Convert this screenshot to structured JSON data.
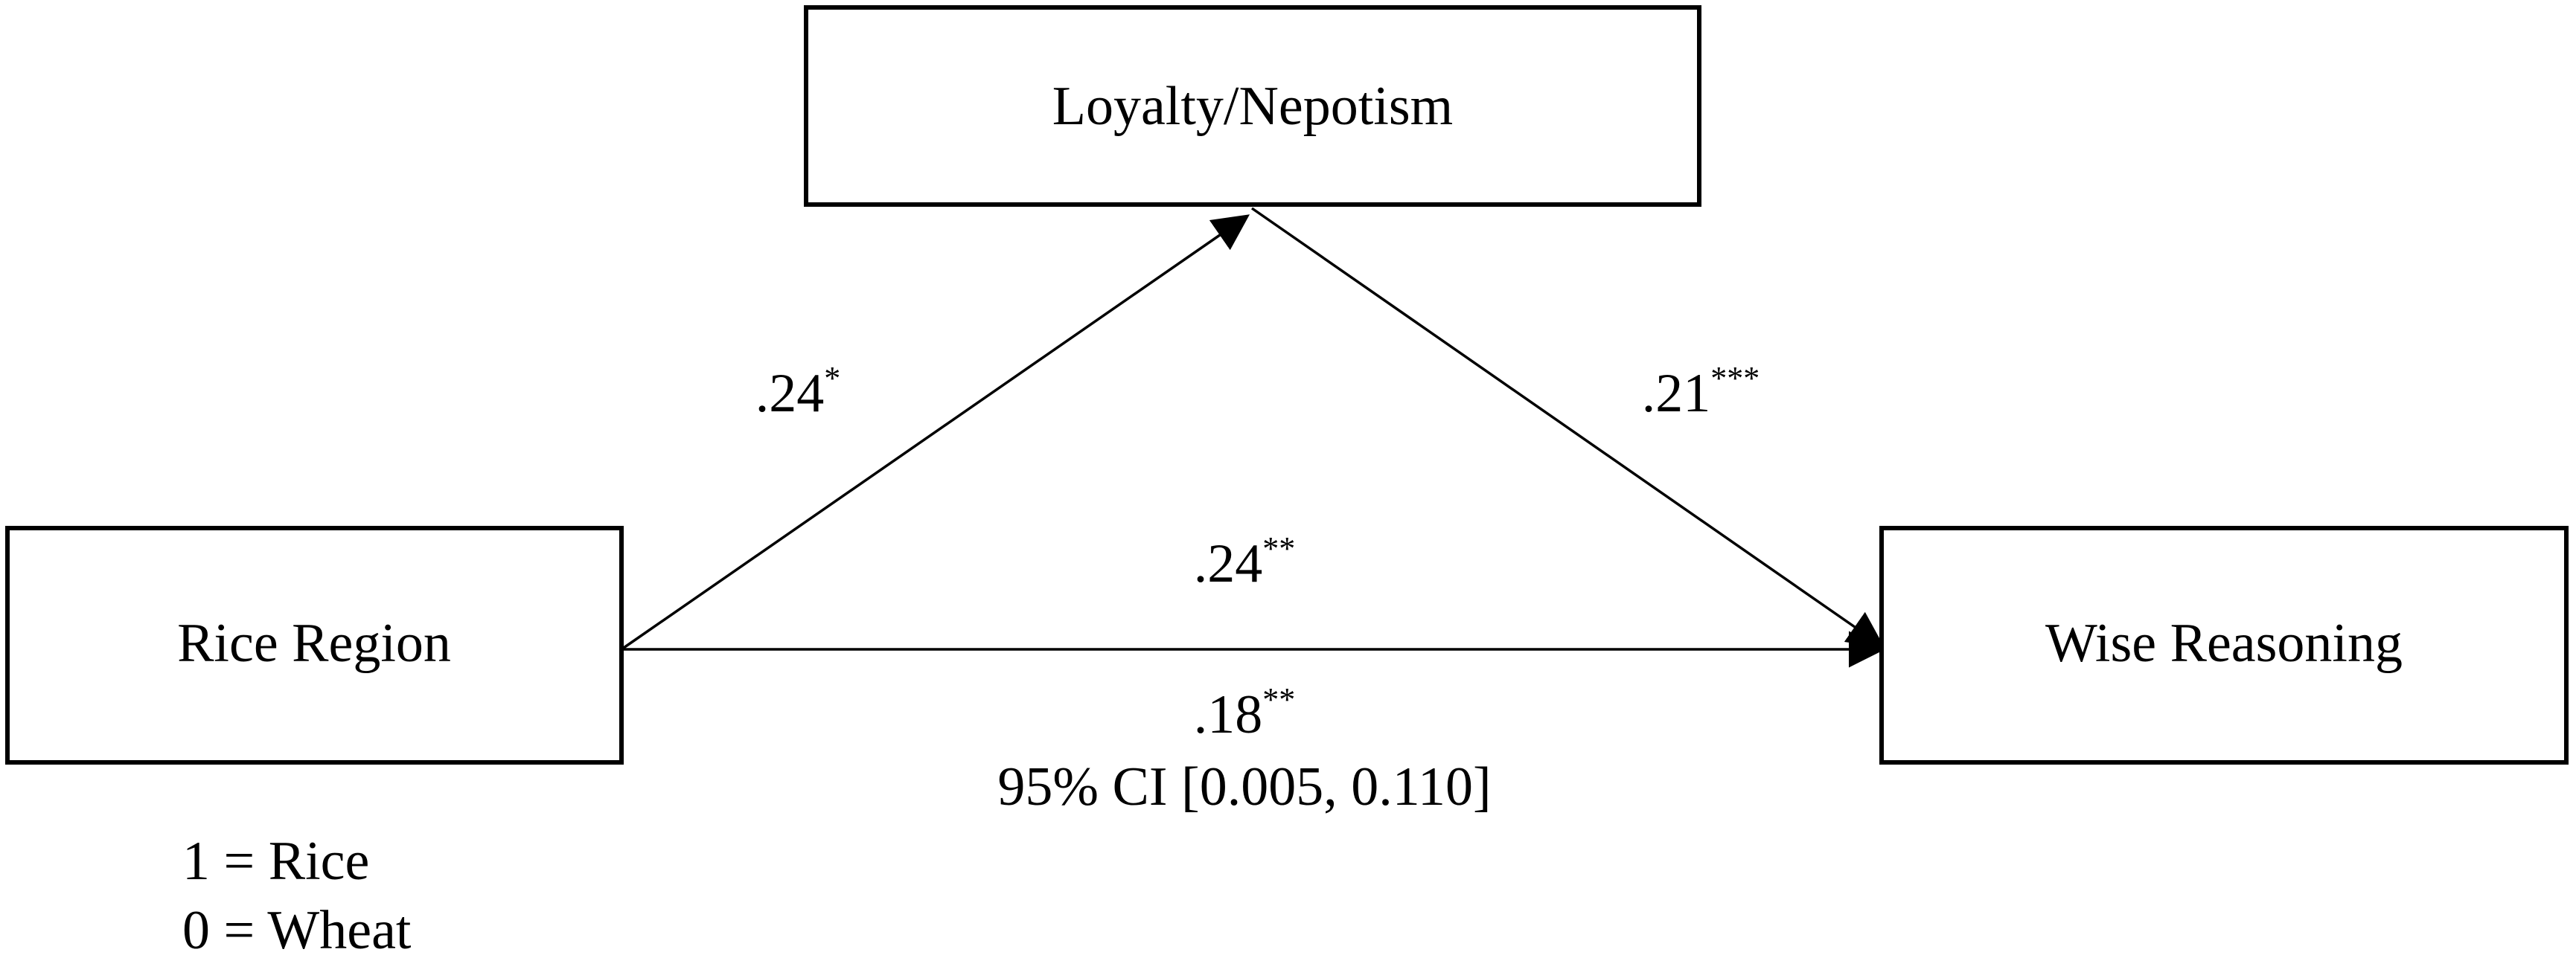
{
  "nodes": {
    "mediator": "Loyalty/Nepotism",
    "predictor": "Rice Region",
    "outcome": "Wise Reasoning"
  },
  "paths": {
    "a": {
      "coefficient": ".24",
      "significance": "*"
    },
    "b": {
      "coefficient": ".21",
      "significance": "***"
    },
    "total": {
      "coefficient": ".24",
      "significance": "**"
    },
    "direct": {
      "coefficient": ".18",
      "significance": "**"
    },
    "confidence_interval": "95% CI [0.005, 0.110]"
  },
  "coding": {
    "line1": "1 = Rice",
    "line2": "0 = Wheat"
  },
  "colors": {
    "stroke": "#000000",
    "background": "#ffffff"
  }
}
